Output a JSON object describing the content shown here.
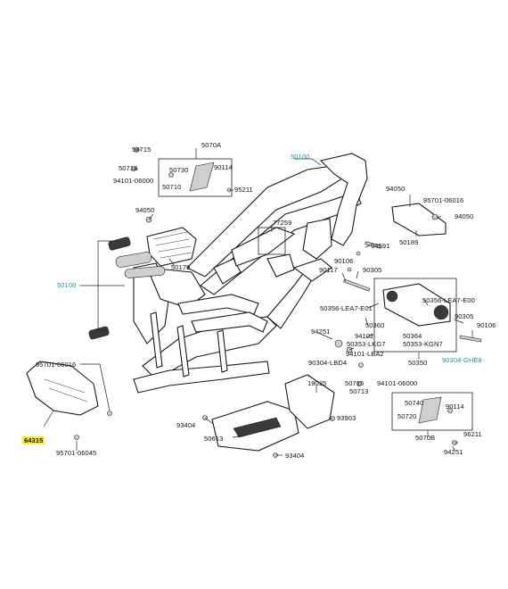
{
  "labels": {
    "p50715": "50715",
    "p50713": "50713",
    "p94101_06000": "94101-06000",
    "p5070A": "5070A",
    "p50730": "50730",
    "p90114a": "90114",
    "p50710": "50710",
    "p95211a": "95211",
    "p50100a": "50100",
    "p94050a": "94050",
    "p77259": "77259",
    "p50179": "50179",
    "p50100b": "50100",
    "p94050b": "94050",
    "p95701_06016a": "95701-06016",
    "p94050c": "94050",
    "p94591": "94591",
    "p50189": "50189",
    "p90106a": "90106",
    "p90117": "90117",
    "p90305a": "90305",
    "p50356_LEA7_E00": "50356-LEA7-E00",
    "p50356_LEA7_E01": "50356-LEA7-E01",
    "p90305b": "90305",
    "p90106b": "90106",
    "p50360": "50360",
    "p50364": "50364",
    "p50353_KGN7": "50353-KGN7",
    "p94251a": "94251",
    "p94102": "94102",
    "p50353_LKG7": "50353-LKG7",
    "p94101_LBA2": "94101-LBA2",
    "p90304_LBD4": "90304-LBD4",
    "p50350": "50350",
    "p90304_GHE8": "90304-GHE8",
    "p95701_06016b": "95701-06016",
    "p19025": "19025",
    "p50715b": "50715",
    "p94101_06000b": "94101-06000",
    "p50713b": "50713",
    "p50740": "50740",
    "p90114b": "90114",
    "p50720": "50720",
    "p93903": "93903",
    "p93404a": "93404",
    "p5070B": "5070B",
    "p96211": "96211",
    "p50613": "50613",
    "p64315": "64315",
    "p94251b": "94251",
    "p95701_06045": "95701-06045",
    "p93404b": "93404"
  },
  "colors": {
    "label_text": "#111111",
    "label_cyan": "#2a8c9c",
    "highlight": "#f7ee2a"
  }
}
